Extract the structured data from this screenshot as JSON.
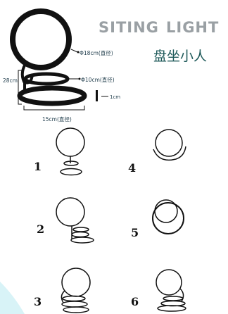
{
  "header": {
    "title_word1": "SITING",
    "title_word2": "LIGHT",
    "subtitle_cn": "盘坐小人"
  },
  "dimensions": {
    "top_ring": "Φ18cm(直径)",
    "middle_ring": "Φ10cm(直径)",
    "height": "28cm",
    "thickness": "1cm",
    "base": "15cm(直径)"
  },
  "variants": [
    {
      "number": "1"
    },
    {
      "number": "2"
    },
    {
      "number": "3"
    },
    {
      "number": "4"
    },
    {
      "number": "5"
    },
    {
      "number": "6"
    }
  ]
}
